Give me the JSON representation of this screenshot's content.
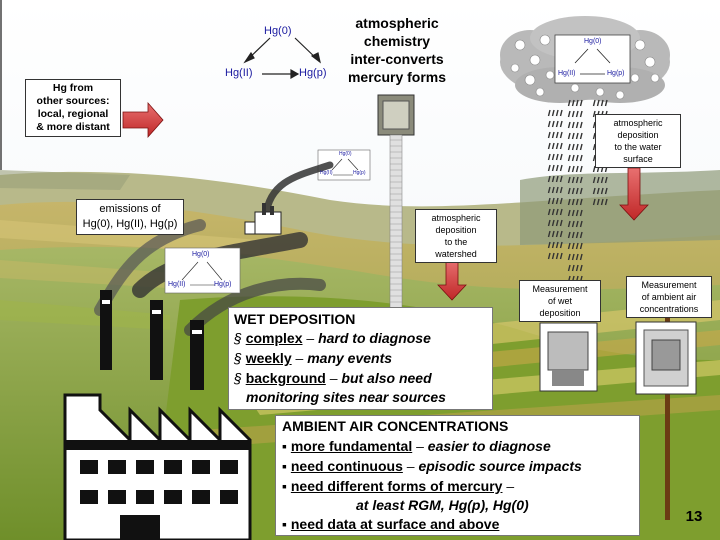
{
  "top_cycle": {
    "top": "Hg(0)",
    "left": "Hg(II)",
    "right": "Hg(p)"
  },
  "chemistry_text": [
    "atmospheric",
    "chemistry",
    "inter-converts",
    "mercury forms"
  ],
  "other_sources": [
    "Hg from",
    "other sources:",
    "local, regional",
    "& more distant"
  ],
  "emissions": [
    "emissions of",
    "Hg(0), Hg(II), Hg(p)"
  ],
  "cloud_cycle": {
    "top": "Hg(0)",
    "left": "Hg(II)",
    "right": "Hg(p)"
  },
  "water_deposition": [
    "atmospheric",
    "deposition",
    "to the water",
    "surface"
  ],
  "watershed_deposition": [
    "atmospheric",
    "deposition",
    "to the",
    "watershed"
  ],
  "wet_measurement": [
    "Measurement",
    "of wet",
    "deposition"
  ],
  "air_measurement": [
    "Measurement",
    "of ambient air",
    "concentrations"
  ],
  "wet_deposition": {
    "title": "WET DEPOSITION",
    "bullets": [
      {
        "key": "complex",
        "desc": "hard to diagnose"
      },
      {
        "key": "weekly",
        "desc": "many events"
      },
      {
        "key": "background",
        "desc": "but also need",
        "cont": "monitoring sites near sources"
      }
    ]
  },
  "ambient_air": {
    "title": "AMBIENT AIR CONCENTRATIONS",
    "bullets": [
      {
        "key": "more fundamental",
        "desc": "easier to diagnose"
      },
      {
        "key": "need continuous",
        "desc": "episodic source impacts"
      },
      {
        "key": "need different forms of mercury",
        "desc": "",
        "cont": "at least RGM, Hg(p), Hg(0)"
      },
      {
        "key": "need data at surface and above",
        "desc": ""
      }
    ]
  },
  "page_number": "13",
  "colors": {
    "sky": "#ffffff",
    "field_green": "#8fae3a",
    "arrow_red": "#cc3333",
    "text_blue": "#1a1aa0"
  }
}
